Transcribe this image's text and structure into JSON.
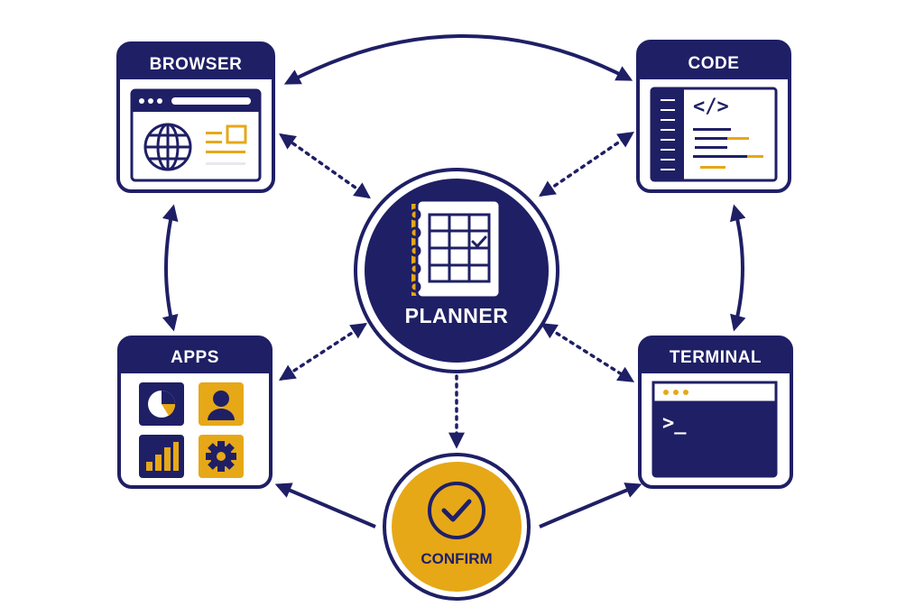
{
  "colors": {
    "navy": "#1f1f66",
    "gold": "#e6a817",
    "white": "#ffffff",
    "light_gray": "#e8e8ef"
  },
  "nodes": {
    "browser": {
      "title": "BROWSER",
      "icon": "globe-icon"
    },
    "code": {
      "title": "CODE",
      "icon": "code-brackets-icon",
      "glyph": "</>"
    },
    "apps": {
      "title": "APPS",
      "icons": [
        "pie-chart-icon",
        "user-icon",
        "bar-chart-icon",
        "gear-icon"
      ]
    },
    "terminal": {
      "title": "TERMINAL",
      "icon": "terminal-prompt-icon",
      "prompt": ">_"
    },
    "planner": {
      "title": "PLANNER",
      "icon": "notebook-grid-icon"
    },
    "confirm": {
      "title": "CONFIRM",
      "icon": "checkmark-icon"
    }
  },
  "edges": [
    {
      "from": "browser",
      "to": "code",
      "style": "solid",
      "direction": "both"
    },
    {
      "from": "browser",
      "to": "apps",
      "style": "solid",
      "direction": "both"
    },
    {
      "from": "code",
      "to": "terminal",
      "style": "solid",
      "direction": "both"
    },
    {
      "from": "planner",
      "to": "browser",
      "style": "dotted",
      "direction": "both"
    },
    {
      "from": "planner",
      "to": "code",
      "style": "dotted",
      "direction": "both"
    },
    {
      "from": "planner",
      "to": "apps",
      "style": "dotted",
      "direction": "both"
    },
    {
      "from": "planner",
      "to": "terminal",
      "style": "dotted",
      "direction": "both"
    },
    {
      "from": "planner",
      "to": "confirm",
      "style": "dotted",
      "direction": "forward"
    },
    {
      "from": "confirm",
      "to": "apps",
      "style": "solid",
      "direction": "forward"
    },
    {
      "from": "confirm",
      "to": "terminal",
      "style": "solid",
      "direction": "forward"
    }
  ]
}
